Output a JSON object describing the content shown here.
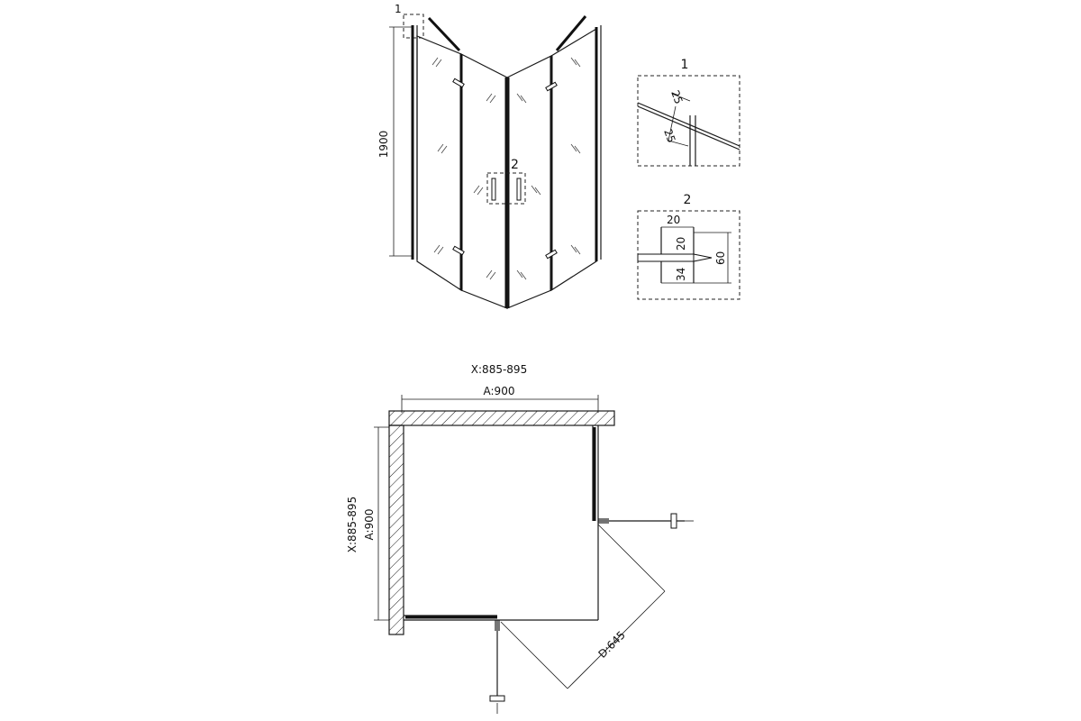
{
  "elevation": {
    "height_label": "1900",
    "callout_1": "1",
    "callout_2": "2"
  },
  "detail_1": {
    "title": "1",
    "dim_a": "25",
    "dim_b": "25"
  },
  "detail_2": {
    "title": "2",
    "dim_top": "20",
    "dim_mid": "20",
    "dim_low": "34",
    "dim_right": "60"
  },
  "plan": {
    "width_range": "X:885-895",
    "width_a": "A:900",
    "depth_range": "X:885-895",
    "depth_a": "A:900",
    "door_diag": "D:645"
  }
}
